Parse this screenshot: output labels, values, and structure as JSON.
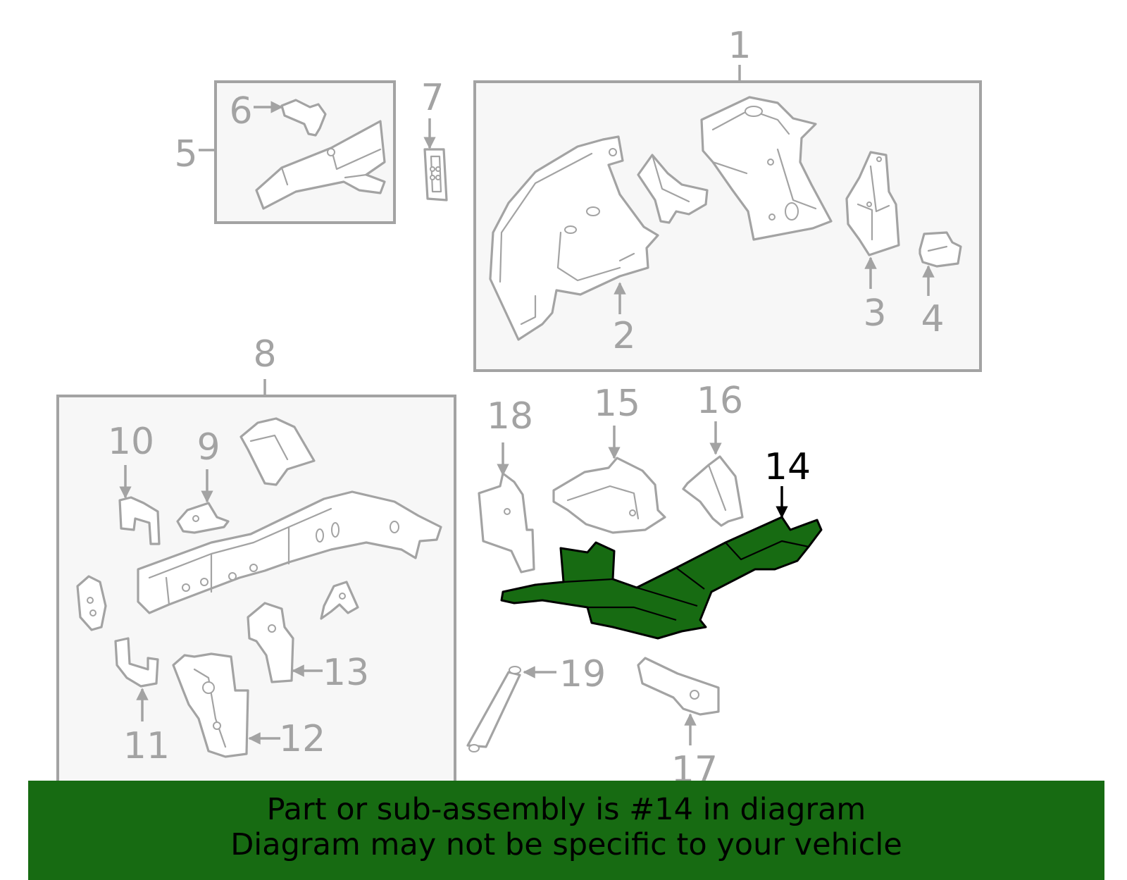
{
  "callouts": [
    "1",
    "2",
    "3",
    "4",
    "5",
    "6",
    "7",
    "8",
    "9",
    "10",
    "11",
    "12",
    "13",
    "14",
    "15",
    "16",
    "17",
    "18",
    "19"
  ],
  "highlighted_part": "14",
  "banner": {
    "line1": "Part or sub-assembly is #14 in diagram",
    "line2": "Diagram may not be specific to your vehicle"
  },
  "colors": {
    "highlight": "#176b12",
    "outline": "#a3a3a3",
    "box_fill": "#f7f7f7"
  }
}
